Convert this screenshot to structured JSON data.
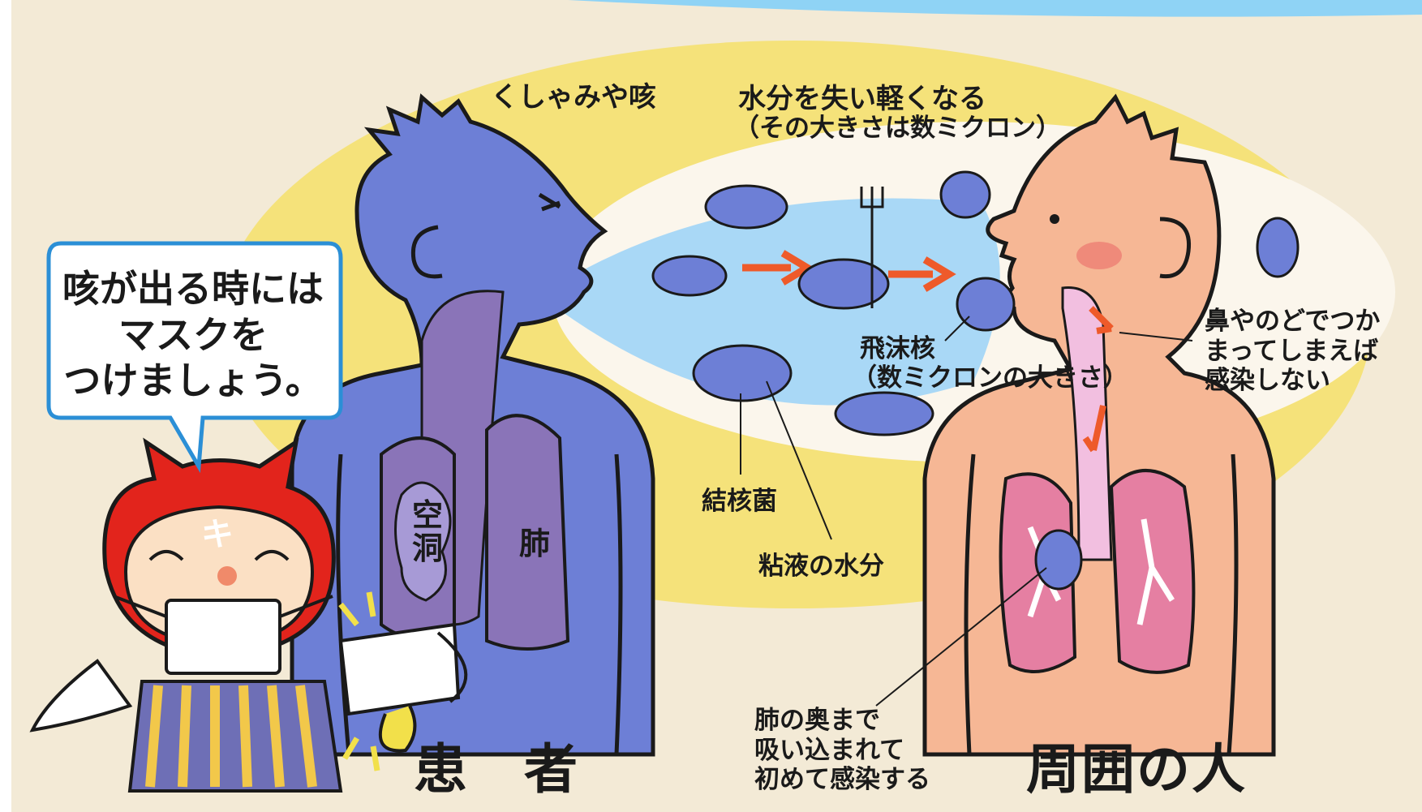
{
  "speech_bubble": {
    "text": "咳が出る時には\nマスクを\nつけましょう。"
  },
  "labels": {
    "sneeze_cough": "くしゃみや咳",
    "lose_water": "水分を失い軽くなる",
    "size_note": "（その大きさは数ミクロン）",
    "droplet_nucleus": "飛沫核",
    "nucleus_size": "（数ミクロンの大きさ）",
    "tb_bacteria": "結核菌",
    "mucus_water": "粘液の水分",
    "cavity": "空\n洞",
    "lung": "肺",
    "trapped": "鼻やのどでつか\nまってしまえば\n感染しない",
    "deep_lung": "肺の奥まで\n吸い込まれて\n初めて感染する"
  },
  "captions": {
    "patient": "患　者",
    "surrounding": "周囲の人"
  },
  "mascot": {
    "headband_letter": "キ"
  },
  "colors": {
    "background": "#f3ead6",
    "ellipse": "#f5e27a",
    "patient_body": "#6d7fd6",
    "person_body": "#f6b795",
    "lungs": "#e57fa2",
    "spray": "#a9d8f6",
    "arrow": "#ee5a2a",
    "mascot_red": "#e2241c"
  }
}
